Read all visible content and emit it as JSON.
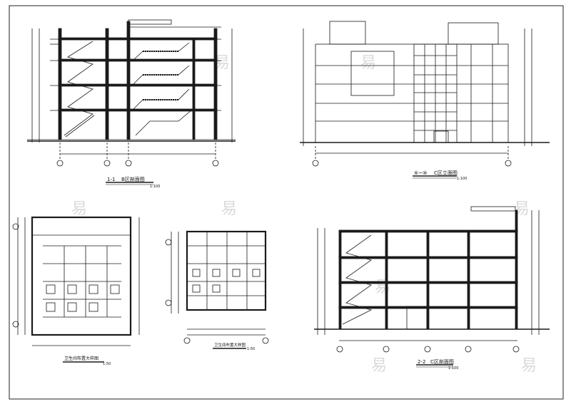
{
  "drawings": {
    "section_1_1": {
      "number": "1-1",
      "title": "B区剖面图",
      "scale": "1:100"
    },
    "elevation_c": {
      "number": "⑥~⑩",
      "title": "C区立面图",
      "scale": "1:100"
    },
    "toilet_plan_1": {
      "title": "卫生间布置大样图",
      "scale": "1:50"
    },
    "toilet_plan_2": {
      "title": "卫生间布置大样图",
      "scale": "1:50"
    },
    "section_2_2": {
      "number": "2-2",
      "title": "C区剖面图",
      "scale": "1:100"
    }
  },
  "watermark": {
    "glyph": "易"
  },
  "colors": {
    "line": "#1a1a1a",
    "watermark": "#d9d9d9",
    "background": "#ffffff"
  }
}
